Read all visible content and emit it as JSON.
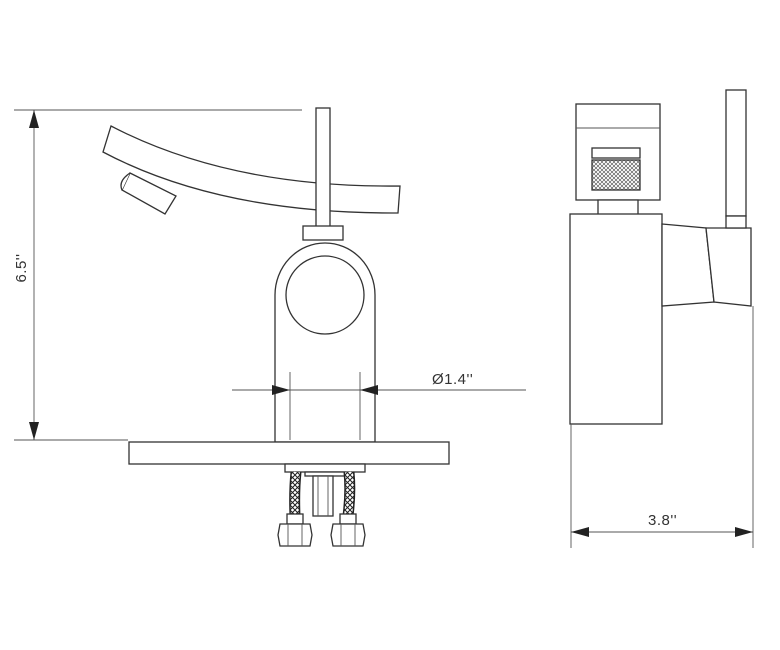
{
  "dimensions": {
    "height": "6.5''",
    "diameter": "Ø1.4''",
    "depth": "3.8''"
  }
}
